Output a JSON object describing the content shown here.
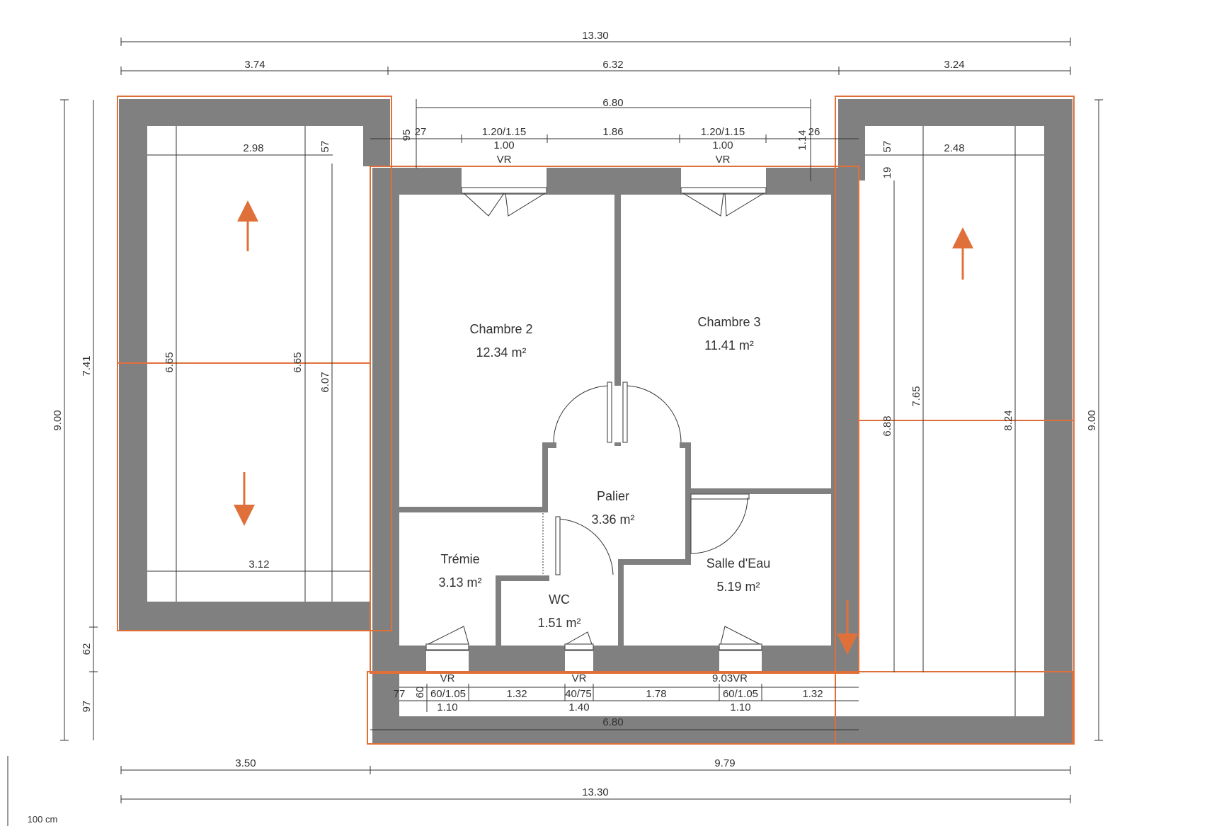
{
  "rooms": [
    {
      "name": "Chambre 2",
      "area": "12.34 m²"
    },
    {
      "name": "Chambre 3",
      "area": "11.41 m²"
    },
    {
      "name": "Palier",
      "area": "3.36 m²"
    },
    {
      "name": "Trémie",
      "area": "3.13 m²"
    },
    {
      "name": "WC",
      "area": "1.51 m²"
    },
    {
      "name": "Salle d'Eau",
      "area": "5.19 m²"
    }
  ],
  "dimensions": {
    "top_total": "13.30",
    "top_left": "3.74",
    "top_mid": "6.32",
    "top_right": "3.24",
    "inner_top_total": "6.80",
    "top_a": "27",
    "top_a2": "95",
    "top_win1": "1.20/1.15",
    "top_win1_sub": "1.00",
    "top_win1_label": "VR",
    "top_mid_seg": "1.86",
    "top_win2": "1.20/1.15",
    "top_win2_sub": "1.00",
    "top_win2_label": "VR",
    "top_b": "26",
    "top_b2": "1.14",
    "left_wing_width": "2.98",
    "left_wing_bottom": "3.12",
    "left_57": "57",
    "left_665a": "6.65",
    "left_665b": "6.65",
    "left_607": "6.07",
    "right_wing_width": "2.48",
    "right_57": "57",
    "right_19": "19",
    "right_688": "6.88",
    "right_765": "7.65",
    "right_824": "8.24",
    "left_900": "9.00",
    "left_741": "7.41",
    "left_62": "62",
    "left_97": "97",
    "right_900": "9.00",
    "bottom_vr1": "VR",
    "bottom_vr2": "VR",
    "bottom_903": "9.03VR",
    "bottom_77": "77",
    "bottom_60": "60",
    "bottom_win1": "60/1.05",
    "bottom_132a": "1.32",
    "bottom_4075": "40/75",
    "bottom_178": "1.78",
    "bottom_win2": "60/1.05",
    "bottom_132b": "1.32",
    "bottom_110a": "1.10",
    "bottom_140": "1.40",
    "bottom_110b": "1.10",
    "bottom_680": "6.80",
    "bottom_350": "3.50",
    "bottom_979": "9.79",
    "bottom_total": "13.30"
  },
  "scale_label": "100 cm",
  "colors": {
    "wall": "#808080",
    "outline": "#e0703a",
    "dim_line": "#333333"
  }
}
